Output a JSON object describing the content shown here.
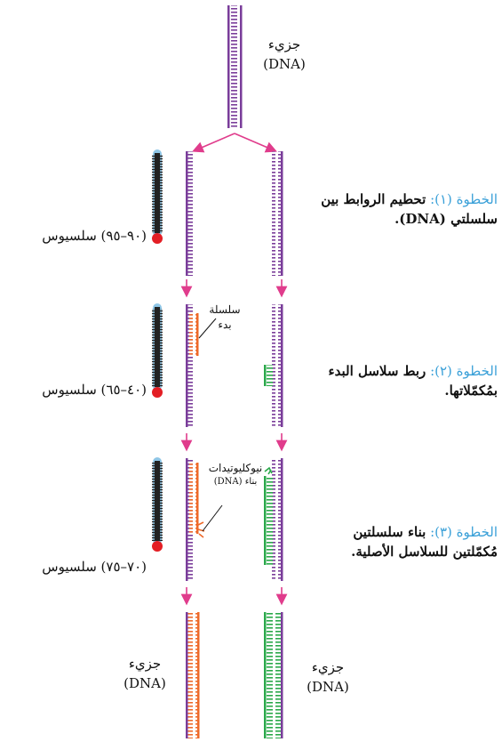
{
  "labels": {
    "dna_molecule_top": "جزيء",
    "dna_molecule_top_sub": "(DNA)",
    "step1_title": "الخطوة (١): ",
    "step1_text_a": "تحطيم الروابط بين",
    "step1_text_b": "سلسلتي (DNA).",
    "temp1": "(٩٠–٩٥) سلسيوس",
    "primer_label_a": "سلسلة",
    "primer_label_b": "بدء",
    "step2_title": "الخطوة (٢): ",
    "step2_text_a": "ربط سلاسل البدء",
    "step2_text_b": "بمُكمّلاتها.",
    "temp2": "(٤٠–٦٥) سلسيوس",
    "nucleotides_label": "نيوكليوتيدات",
    "nucleotides_sub": "بناء (DNA)",
    "step3_title": "الخطوة (٣): ",
    "step3_text_a": "بناء سلسلتين",
    "step3_text_b": "مُكمّلتين للسلاسل الأصلية.",
    "temp3": "(٧٠–٧٥) سلسيوس",
    "dna_left": "جزيء",
    "dna_left_sub": "(DNA)",
    "dna_right": "جزيء",
    "dna_right_sub": "(DNA)"
  },
  "colors": {
    "strand": "#7a3d9a",
    "primer": "#ee6a2a",
    "new_strand": "#2aa84a",
    "arrow": "#e03c8c",
    "step_title": "#3aa0d8",
    "thermometer_bulb": "#e31e24"
  }
}
